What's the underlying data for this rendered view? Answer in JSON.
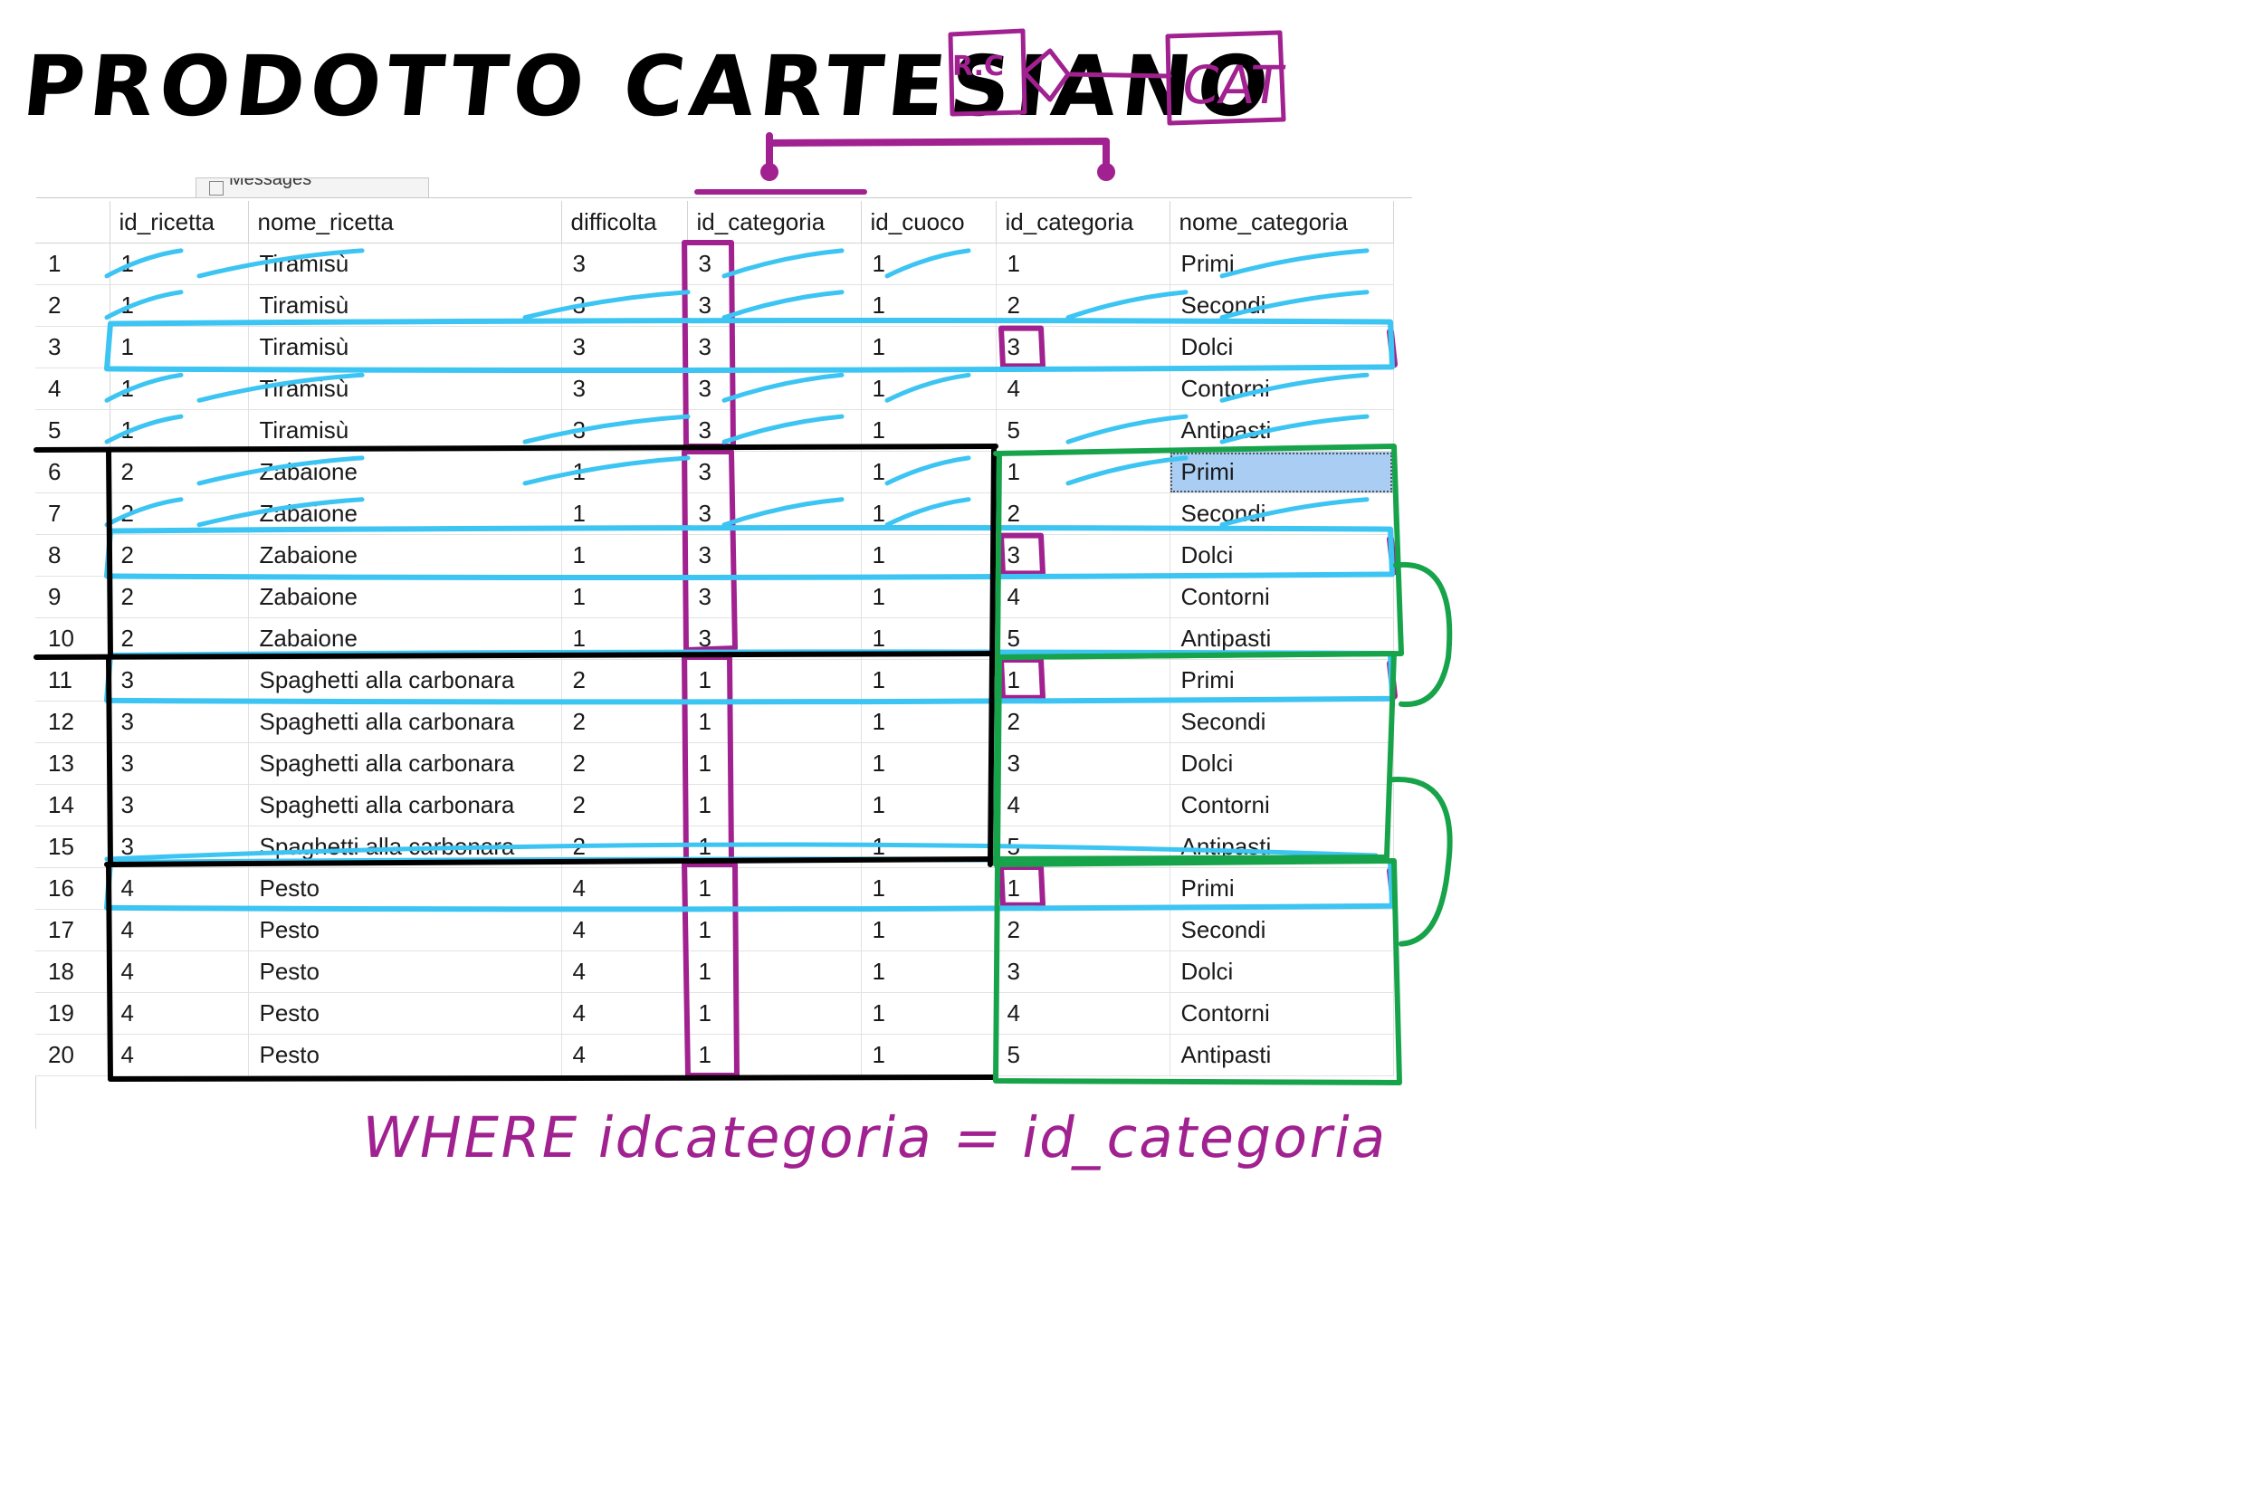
{
  "title": "PRODOTTO CARTESIANO",
  "diagram": {
    "left_box": "R.C",
    "right_box": "CAT"
  },
  "results_tab": {
    "label": "Messages",
    "icon": "messages-icon"
  },
  "grid": {
    "columns": [
      "id_ricetta",
      "nome_ricetta",
      "difficolta",
      "id_categoria",
      "id_cuoco",
      "id_categoria",
      "nome_categoria"
    ],
    "rows": [
      {
        "n": "1",
        "cells": [
          "1",
          "Tiramisù",
          "3",
          "3",
          "1",
          "1",
          "Primi"
        ]
      },
      {
        "n": "2",
        "cells": [
          "1",
          "Tiramisù",
          "3",
          "3",
          "1",
          "2",
          "Secondi"
        ]
      },
      {
        "n": "3",
        "cells": [
          "1",
          "Tiramisù",
          "3",
          "3",
          "1",
          "3",
          "Dolci"
        ]
      },
      {
        "n": "4",
        "cells": [
          "1",
          "Tiramisù",
          "3",
          "3",
          "1",
          "4",
          "Contorni"
        ]
      },
      {
        "n": "5",
        "cells": [
          "1",
          "Tiramisù",
          "3",
          "3",
          "1",
          "5",
          "Antipasti"
        ]
      },
      {
        "n": "6",
        "cells": [
          "2",
          "Zabaione",
          "1",
          "3",
          "1",
          "1",
          "Primi"
        ]
      },
      {
        "n": "7",
        "cells": [
          "2",
          "Zabaione",
          "1",
          "3",
          "1",
          "2",
          "Secondi"
        ]
      },
      {
        "n": "8",
        "cells": [
          "2",
          "Zabaione",
          "1",
          "3",
          "1",
          "3",
          "Dolci"
        ]
      },
      {
        "n": "9",
        "cells": [
          "2",
          "Zabaione",
          "1",
          "3",
          "1",
          "4",
          "Contorni"
        ]
      },
      {
        "n": "10",
        "cells": [
          "2",
          "Zabaione",
          "1",
          "3",
          "1",
          "5",
          "Antipasti"
        ]
      },
      {
        "n": "11",
        "cells": [
          "3",
          "Spaghetti alla carbonara",
          "2",
          "1",
          "1",
          "1",
          "Primi"
        ]
      },
      {
        "n": "12",
        "cells": [
          "3",
          "Spaghetti alla carbonara",
          "2",
          "1",
          "1",
          "2",
          "Secondi"
        ]
      },
      {
        "n": "13",
        "cells": [
          "3",
          "Spaghetti alla carbonara",
          "2",
          "1",
          "1",
          "3",
          "Dolci"
        ]
      },
      {
        "n": "14",
        "cells": [
          "3",
          "Spaghetti alla carbonara",
          "2",
          "1",
          "1",
          "4",
          "Contorni"
        ]
      },
      {
        "n": "15",
        "cells": [
          "3",
          "Spaghetti alla carbonara",
          "2",
          "1",
          "1",
          "5",
          "Antipasti"
        ]
      },
      {
        "n": "16",
        "cells": [
          "4",
          "Pesto",
          "4",
          "1",
          "1",
          "1",
          "Primi"
        ]
      },
      {
        "n": "17",
        "cells": [
          "4",
          "Pesto",
          "4",
          "1",
          "1",
          "2",
          "Secondi"
        ]
      },
      {
        "n": "18",
        "cells": [
          "4",
          "Pesto",
          "4",
          "1",
          "1",
          "3",
          "Dolci"
        ]
      },
      {
        "n": "19",
        "cells": [
          "4",
          "Pesto",
          "4",
          "1",
          "1",
          "4",
          "Contorni"
        ]
      },
      {
        "n": "20",
        "cells": [
          "4",
          "Pesto",
          "4",
          "1",
          "1",
          "5",
          "Antipasti"
        ]
      }
    ],
    "selected_cell": {
      "row": 6,
      "column": "nome_categoria"
    },
    "selection_color": "#a9cdf3"
  },
  "annotation": {
    "where_clause": "WHERE idcategoria = id_categoria",
    "matching_rows": [
      3,
      8,
      11,
      16
    ],
    "colors": {
      "title_ink": "#000000",
      "keys_ink": "#a0218f",
      "cross_out_ink": "#3cc4f2",
      "group_ink": "#000000",
      "category_ink": "#17a34a"
    }
  }
}
